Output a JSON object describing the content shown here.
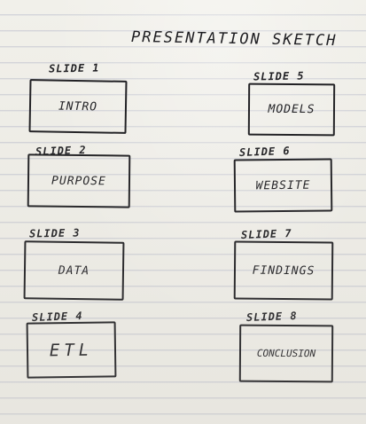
{
  "title": "PRESENTATION SKETCH",
  "slides": [
    {
      "label": "SLIDE 1",
      "content": "INTRO"
    },
    {
      "label": "SLIDE 2",
      "content": "PURPOSE"
    },
    {
      "label": "SLIDE 3",
      "content": "DATA"
    },
    {
      "label": "SLIDE 4",
      "content": "ETL"
    },
    {
      "label": "SLIDE 5",
      "content": "MODELS"
    },
    {
      "label": "SLIDE 6",
      "content": "WEBSITE"
    },
    {
      "label": "SLIDE 7",
      "content": "FINDINGS"
    },
    {
      "label": "SLIDE 8",
      "content": "CONCLUSION"
    }
  ]
}
